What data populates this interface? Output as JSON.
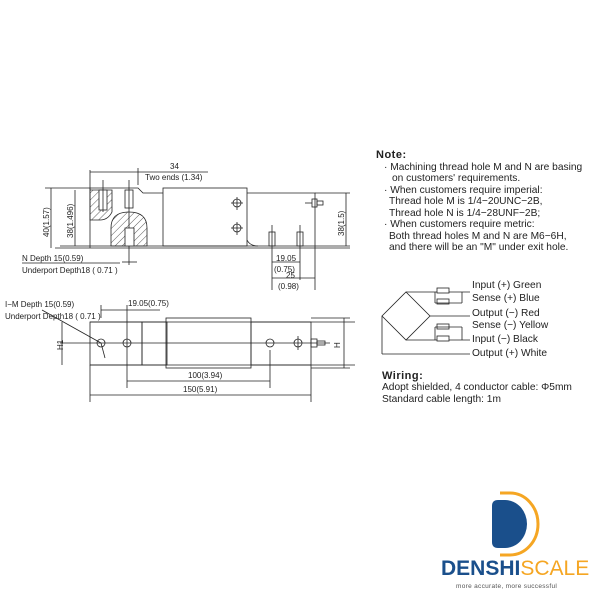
{
  "note": {
    "title": "Note:",
    "lines": [
      "· Machining thread hole M and N are basing",
      "on customers' requirements.",
      "· When customers require imperial:",
      "Thread hole M is 1/4−20UNC−2B,",
      "Thread hole N is 1/4−28UNF−2B;",
      "· When customers require metric:",
      "Both thread holes M and N are M6−6H,",
      "and there will be an \"M\" under exit hole."
    ]
  },
  "wiring_diagram": {
    "labels": [
      "Input (+) Green",
      "Sense (+) Blue",
      "Output (−) Red",
      "Sense (−) Yellow",
      "Input (−) Black",
      "Output (+) White"
    ]
  },
  "wiring": {
    "title": "Wiring:",
    "cable": "Adopt shielded, 4 conductor cable: Φ5mm",
    "length": "Standard cable length: 1m"
  },
  "side_view": {
    "dim_34": "34",
    "two_ends": "Two ends (1.34)",
    "height_40": "40(1.57)",
    "height_38_left": "38(1.496)",
    "height_38_right": "38(1.5)",
    "n_depth": "N Depth 15(0.59)",
    "underport_depth": "Underport  Depth18 ( 0.71 )",
    "dim_19_05": "19.05",
    "dim_0_75": "(0.75)",
    "dim_25": "25",
    "dim_0_98": "(0.98)"
  },
  "top_view": {
    "m_depth": "I−M Depth 15(0.59)",
    "underport_depth": "Underport  Depth18 ( 0.71 )",
    "dim_19_05": "19.05(0.75)",
    "h1": "H1",
    "h": "H",
    "dim_100": "100(3.94)",
    "dim_150": "150(5.91)"
  },
  "brand": {
    "part1": "DENSHI",
    "part2": "SCALE",
    "tagline": "more accurate, more successful",
    "colors": {
      "blue": "#1a4f8b",
      "orange": "#f5a623"
    }
  }
}
